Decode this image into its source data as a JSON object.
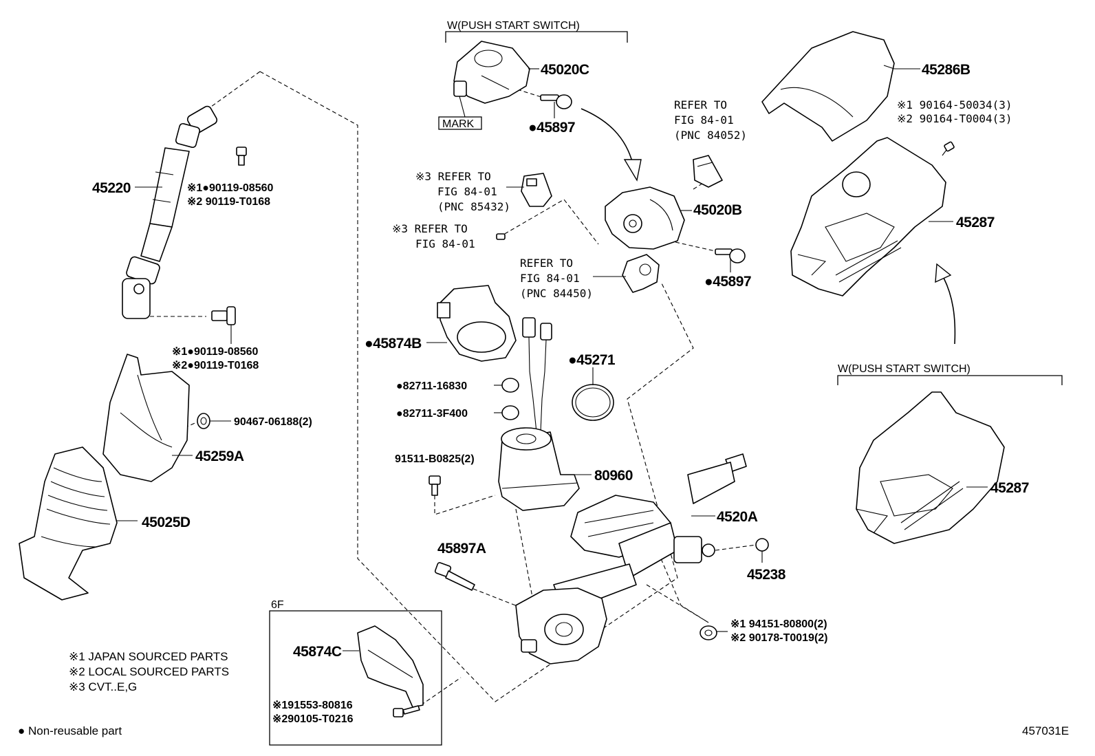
{
  "labels": {
    "push_start_top": "W(PUSH START SWITCH)",
    "push_start_right": "W(PUSH START SWITCH)",
    "p45020C": "45020C",
    "mark": "MARK",
    "p45897_top": "●45897",
    "refer_84052_1": "REFER TO",
    "refer_84052_2": "FIG 84-01",
    "refer_84052_3": "(PNC 84052)",
    "p45020B": "45020B",
    "refer_85432_1": "※3 REFER TO",
    "refer_85432_2": "FIG 84-01",
    "refer_85432_3": "(PNC 85432)",
    "refer_84_1": "※3 REFER TO",
    "refer_84_2": "FIG 84-01",
    "refer_84450_1": "REFER TO",
    "refer_84450_2": "FIG 84-01",
    "refer_84450_3": "(PNC 84450)",
    "p45897_mid": "●45897",
    "p45286B": "45286B",
    "screw_45286_1": "※1 90164-50034(3)",
    "screw_45286_2": "※2 90164-T0004(3)",
    "p45287_upper": "45287",
    "p45287_lower": "45287",
    "p45220": "45220",
    "bolt_upper_1": "※1●90119-08560",
    "bolt_upper_2": "※2 90119-T0168",
    "bolt_lower_1": "※1●90119-08560",
    "bolt_lower_2": "※2●90119-T0168",
    "p90467": "90467-06188(2)",
    "p45259A": "45259A",
    "p45025D": "45025D",
    "p45874B": "●45874B",
    "p45271": "●45271",
    "clamp_16830": "●82711-16830",
    "clamp_3F400": "●82711-3F400",
    "p91511": "91511-B0825(2)",
    "p80960": "80960",
    "p4520A": "4520A",
    "p45897A": "45897A",
    "p45238": "45238",
    "nut_1": "※1 94151-80800(2)",
    "nut_2": "※2 90178-T0019(2)",
    "box_6F": "6F",
    "p45874C": "45874C",
    "box_bolt_1": "※191553-80816",
    "box_bolt_2": "※290105-T0216",
    "legend_1": "※1 JAPAN SOURCED PARTS",
    "legend_2": "※2 LOCAL SOURCED PARTS",
    "legend_3": "※3 CVT..E,G",
    "non_reusable": "● Non-reusable part",
    "figure_code": "457031E"
  }
}
